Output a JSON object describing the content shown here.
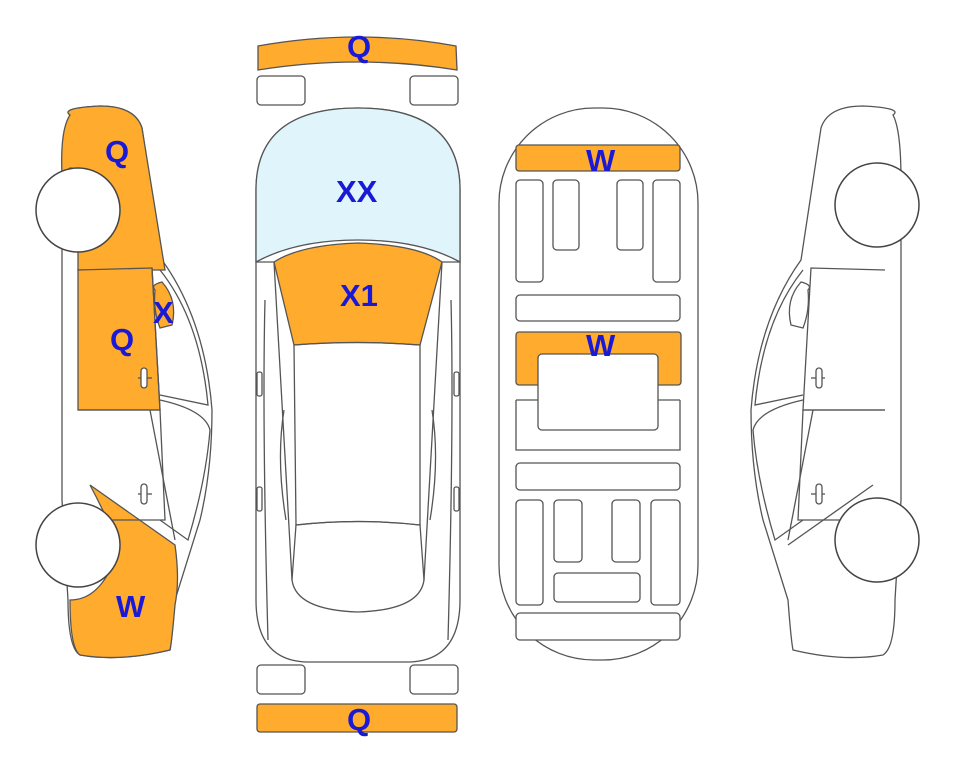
{
  "colors": {
    "damage": "#ffab2e",
    "glass": "#dff5fb",
    "label": "#1a1ad6",
    "outline": "#555555"
  },
  "labels": {
    "front_bumper": "Q",
    "rear_bumper": "Q",
    "windshield": "XX",
    "hood": "X1",
    "roof_front": "W",
    "floor_mid": "W",
    "left_fender": "Q",
    "left_front_door": "Q",
    "left_mirror": "X",
    "left_rear_quarter": "W"
  }
}
